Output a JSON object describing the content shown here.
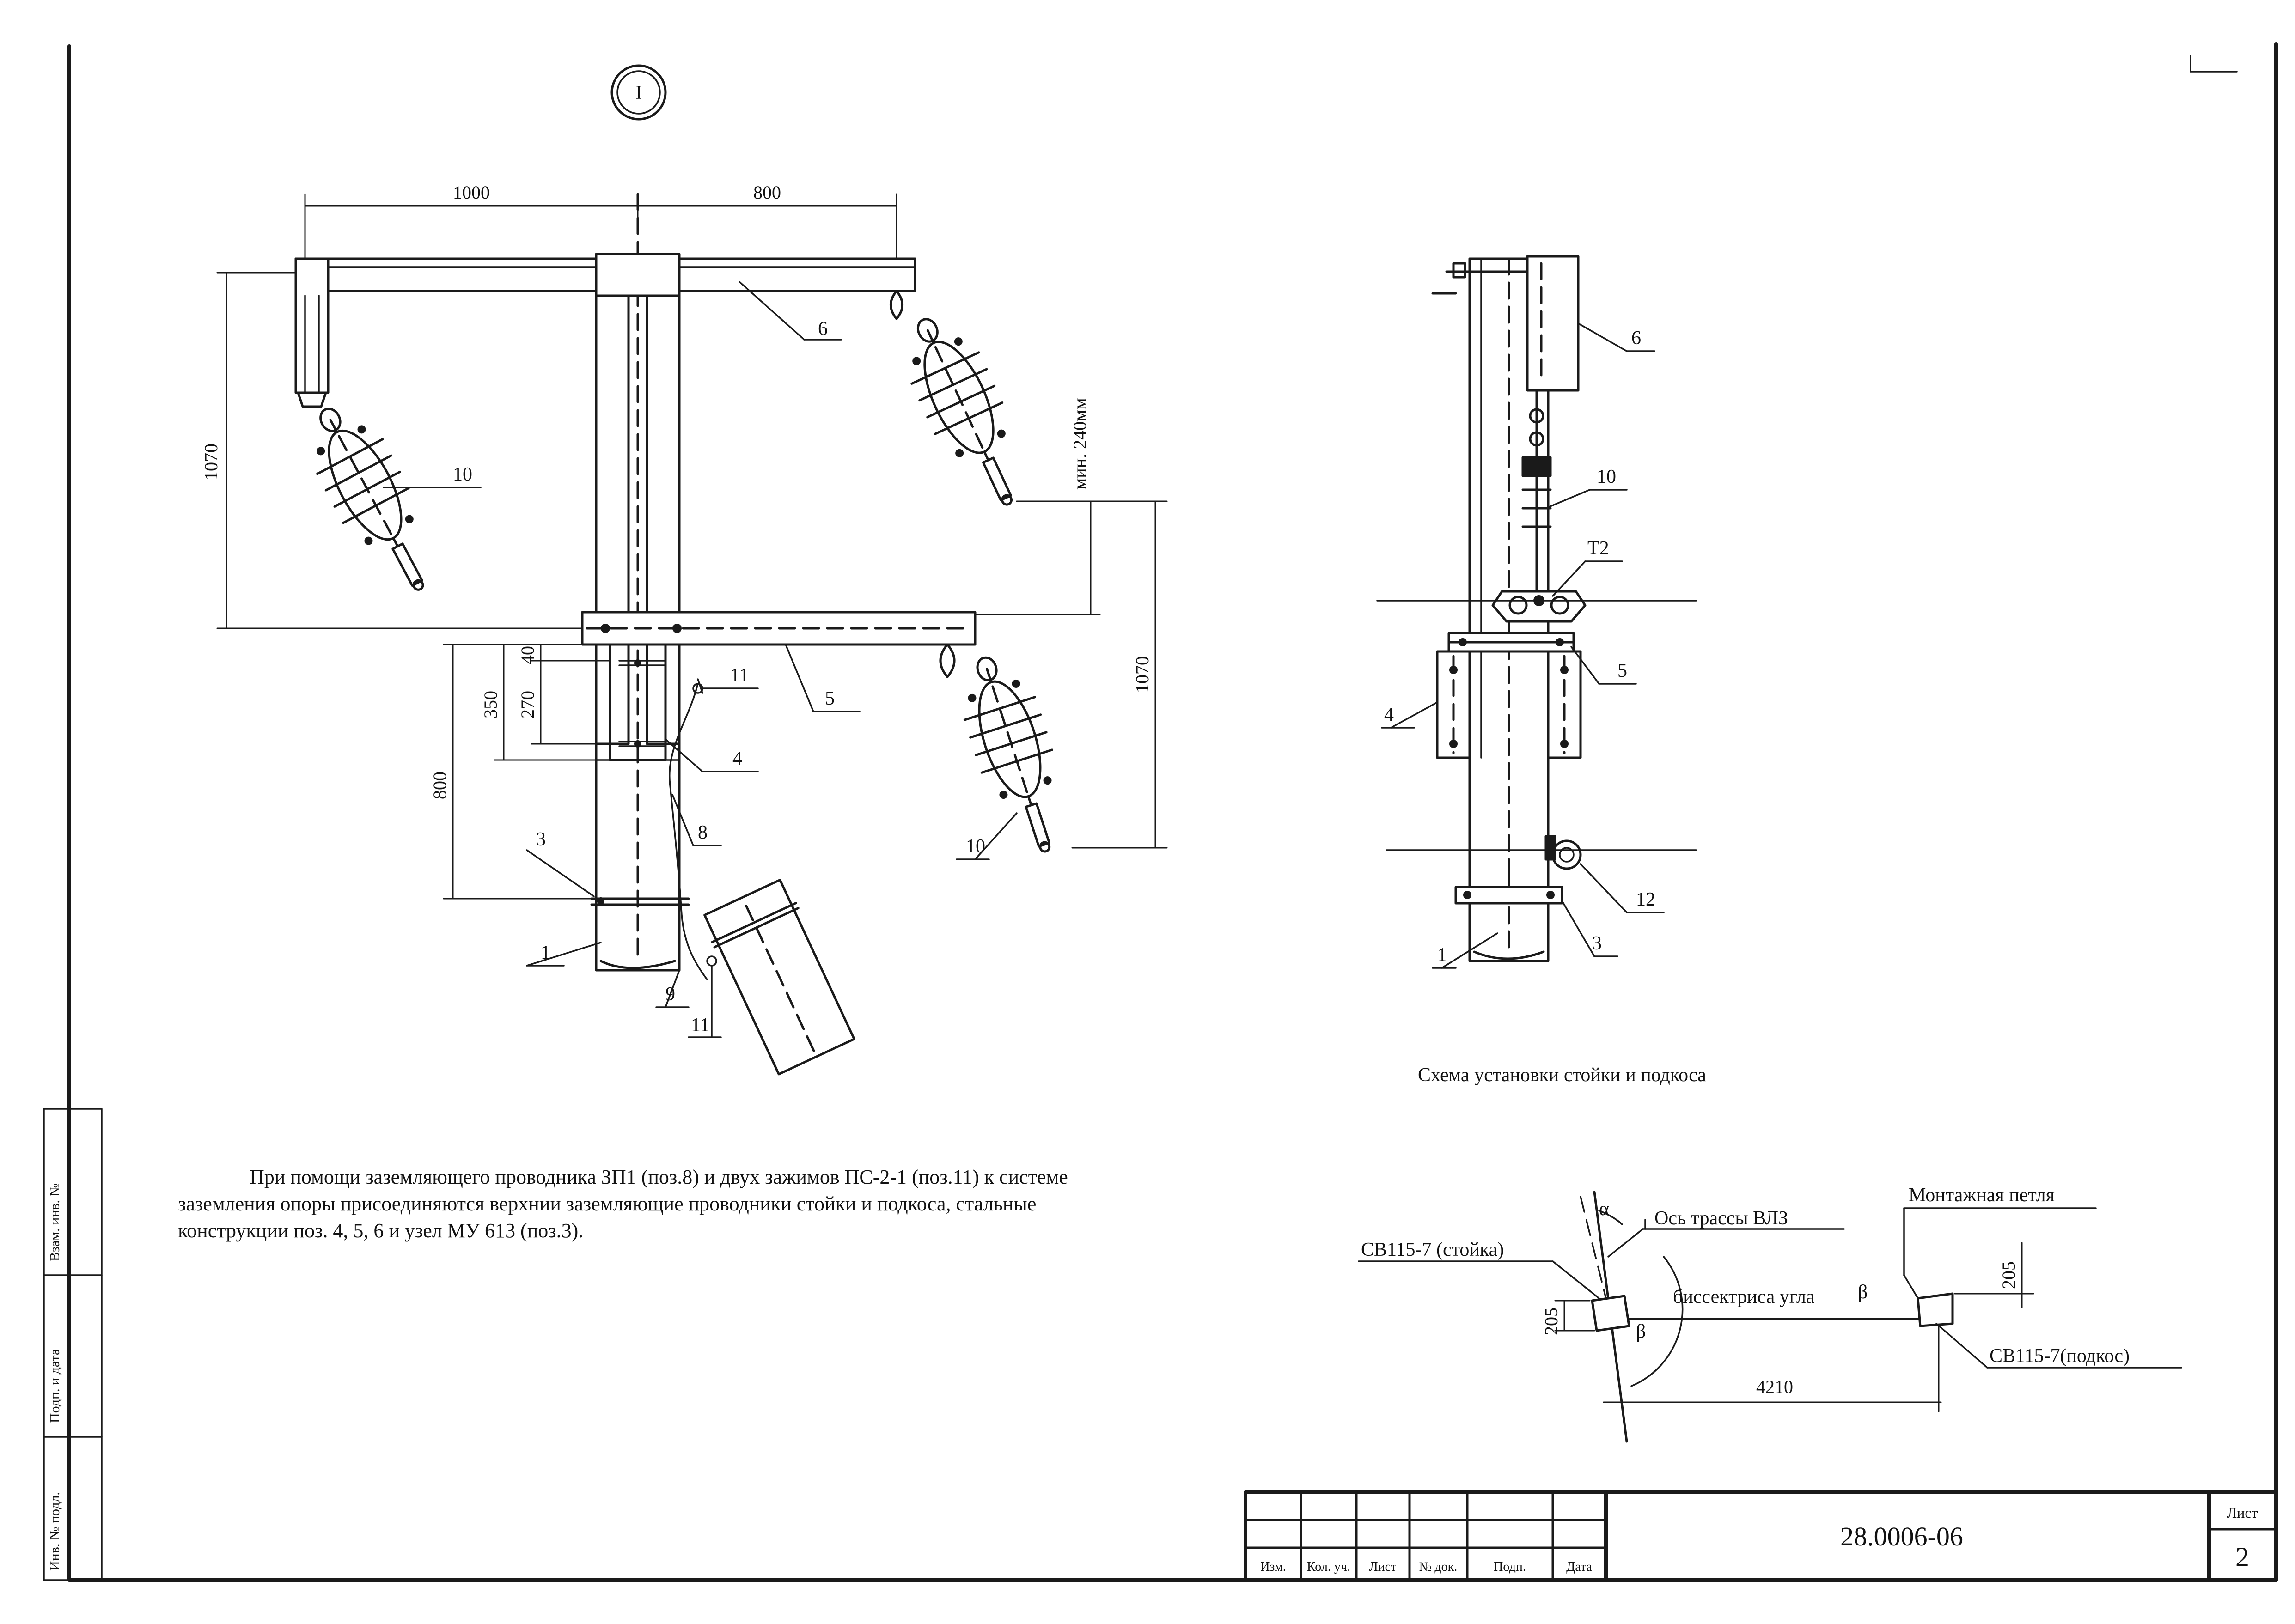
{
  "view_marker": "I",
  "dimensions": {
    "top_left_span": "1000",
    "top_right_span": "800",
    "left_height": "1070",
    "right_height": "1070",
    "min_clearance": "мин. 240мм",
    "d40": "40",
    "d350": "350",
    "d270": "270",
    "d800": "800"
  },
  "position_labels": {
    "p1": "1",
    "p3": "3",
    "p4": "4",
    "p5": "5",
    "p6": "6",
    "p8": "8",
    "p9": "9",
    "p10": "10",
    "p11": "11",
    "p12": "12",
    "t2": "Т2"
  },
  "side_view_caption": "Схема установки стойки и подкоса",
  "note_lines": [
    "При помощи заземляющего проводника ЗП1 (поз.8) и двух зажимов ПС-2-1 (поз.11) к системе",
    "заземления опоры присоединяются верхнии заземляющие проводники стойки и  подкоса, стальные",
    "конструкции поз. 4, 5, 6 и узел МУ 613 (поз.3)."
  ],
  "plan_scheme": {
    "axis_label": "Ось трассы ВЛЗ",
    "loop_label": "Монтажная петля",
    "pole_label": "СВ115-7 (стойка)",
    "brace_label": "СВ115-7(подкос)",
    "bisector_label": "биссектриса угла",
    "alpha": "α",
    "beta": "β",
    "dim_205_left": "205",
    "dim_205_right": "205",
    "dim_4210": "4210"
  },
  "left_margin_labels": [
    "Инв. № подл.",
    "Подп. и дата",
    "Взам. инв. №"
  ],
  "title_block": {
    "columns": [
      "Изм.",
      "Кол. уч.",
      "Лист",
      "№ док.",
      "Подп.",
      "Дата"
    ],
    "document_code": "28.0006-06",
    "sheet_label": "Лист",
    "sheet_number": "2"
  },
  "colors": {
    "ink": "#1a1a1a",
    "paper": "#ffffff"
  }
}
